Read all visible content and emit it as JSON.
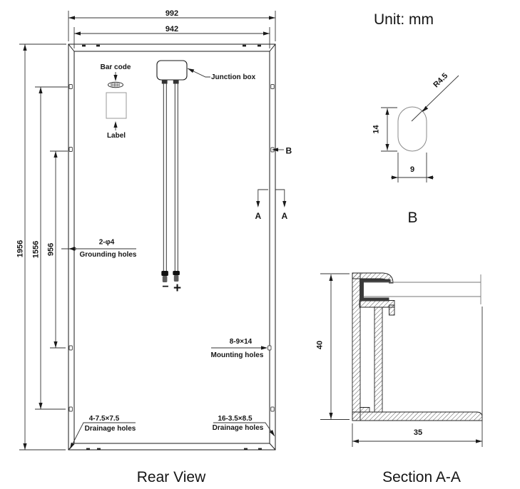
{
  "unit_note": "Unit: mm",
  "rear_view": {
    "caption": "Rear View",
    "dims": {
      "outer_width": "992",
      "glass_width": "942",
      "outer_height": "1956",
      "mounting_span_outer": "1556",
      "mounting_span_inner": "956"
    },
    "parts": {
      "bar_code": "Bar code",
      "label": "Label",
      "junction_box": "Junction box",
      "minus": "−",
      "plus": "+"
    },
    "holes": {
      "grounding_spec": "2-φ4",
      "grounding_name": "Grounding holes",
      "mounting_spec": "8-9×14",
      "mounting_name": "Mounting holes",
      "drainage_left_spec": "4-7.5×7.5",
      "drainage_left_name": "Drainage holes",
      "drainage_right_spec": "16-3.5×8.5",
      "drainage_right_name": "Drainage holes"
    },
    "markers": {
      "b": "B",
      "a_left": "A",
      "a_right": "A"
    }
  },
  "detail_b": {
    "caption": "B",
    "radius": "R4.5",
    "height": "14",
    "width": "9"
  },
  "section_aa": {
    "caption": "Section A-A",
    "height": "40",
    "width": "35"
  },
  "colors": {
    "line": "#1a1a1a",
    "background": "#ffffff"
  }
}
